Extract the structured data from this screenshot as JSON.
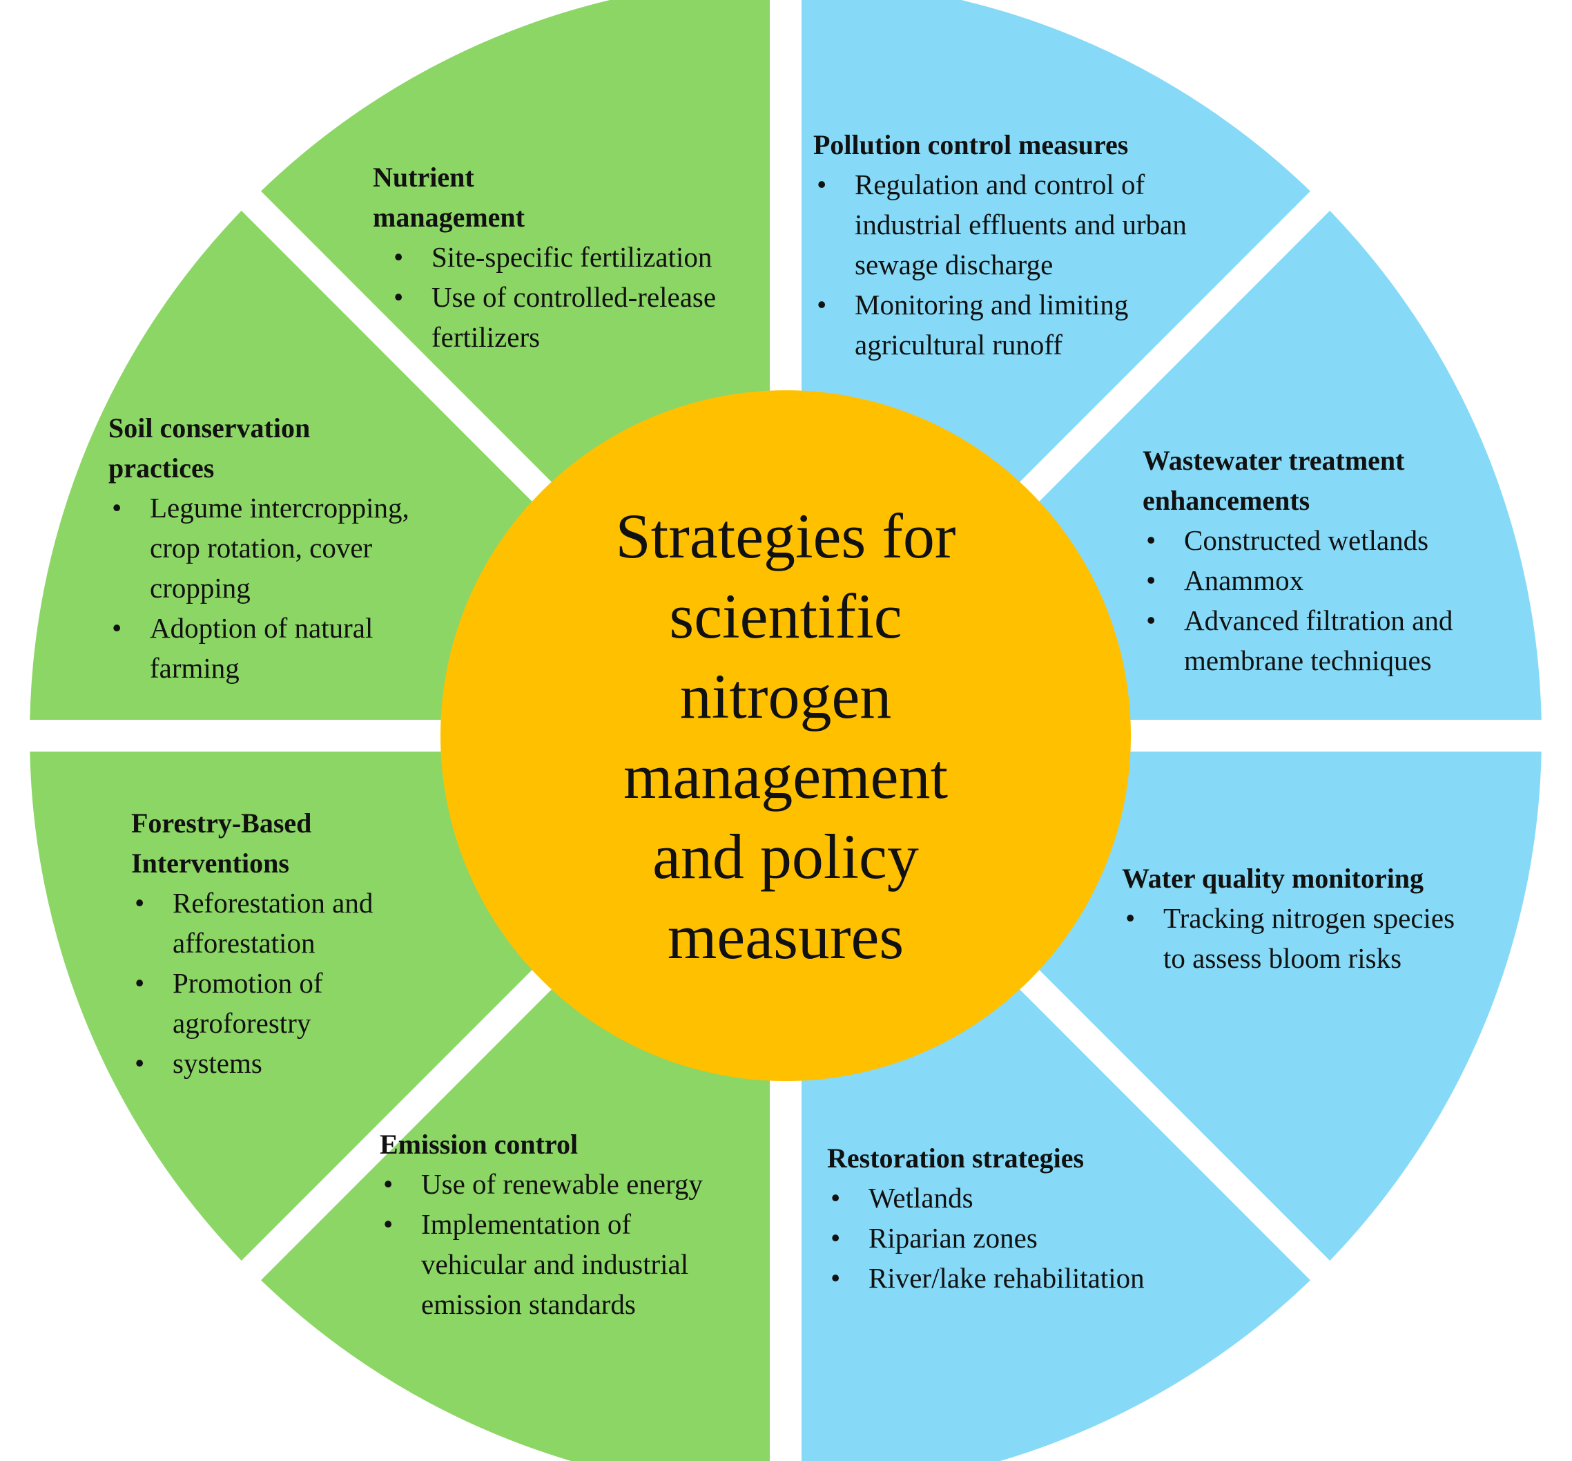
{
  "colors": {
    "green": "#8cd665",
    "blue": "#86daf7",
    "center": "#ffc000",
    "text": "#111111"
  },
  "center": {
    "lines": [
      "Strategies for",
      "scientific",
      "nitrogen",
      "management",
      "and policy",
      "measures"
    ]
  },
  "segments": [
    {
      "id": "nutrient-management",
      "color": "green",
      "title": [
        "Nutrient",
        "management"
      ],
      "bullets": [
        [
          "Site-specific fertilization"
        ],
        [
          "Use of controlled-release",
          "fertilizers"
        ]
      ]
    },
    {
      "id": "pollution-control",
      "color": "blue",
      "title": [
        "Pollution control measures"
      ],
      "bullets": [
        [
          "Regulation  and control of",
          "industrial effluents and urban",
          "sewage discharge"
        ],
        [
          "Monitoring and limiting",
          "agricultural runoff"
        ]
      ]
    },
    {
      "id": "wastewater-treatment",
      "color": "blue",
      "title": [
        "Wastewater treatment",
        "enhancements"
      ],
      "bullets": [
        [
          "Constructed wetlands"
        ],
        [
          "Anammox"
        ],
        [
          "Advanced filtration and",
          "membrane techniques"
        ]
      ]
    },
    {
      "id": "water-quality-monitoring",
      "color": "blue",
      "title": [
        "Water quality monitoring"
      ],
      "bullets": [
        [
          "Tracking nitrogen species",
          "to assess bloom risks"
        ]
      ]
    },
    {
      "id": "restoration-strategies",
      "color": "blue",
      "title": [
        "Restoration strategies"
      ],
      "bullets": [
        [
          "Wetlands"
        ],
        [
          "Riparian zones"
        ],
        [
          "River/lake rehabilitation"
        ]
      ]
    },
    {
      "id": "emission-control",
      "color": "green",
      "title": [
        "Emission control"
      ],
      "bullets": [
        [
          "Use of renewable energy"
        ],
        [
          "Implementation of",
          "vehicular and industrial",
          "emission standards"
        ]
      ]
    },
    {
      "id": "forestry-interventions",
      "color": "green",
      "title": [
        "Forestry-Based",
        "Interventions"
      ],
      "bullets": [
        [
          "Reforestation and",
          "afforestation"
        ],
        [
          "Promotion of",
          "agroforestry"
        ],
        [
          "systems"
        ]
      ]
    },
    {
      "id": "soil-conservation",
      "color": "green",
      "title": [
        "Soil conservation",
        "practices"
      ],
      "bullets": [
        [
          "Legume intercropping,",
          "crop rotation, cover",
          "cropping"
        ],
        [
          " Adoption of natural",
          "farming"
        ]
      ]
    }
  ]
}
